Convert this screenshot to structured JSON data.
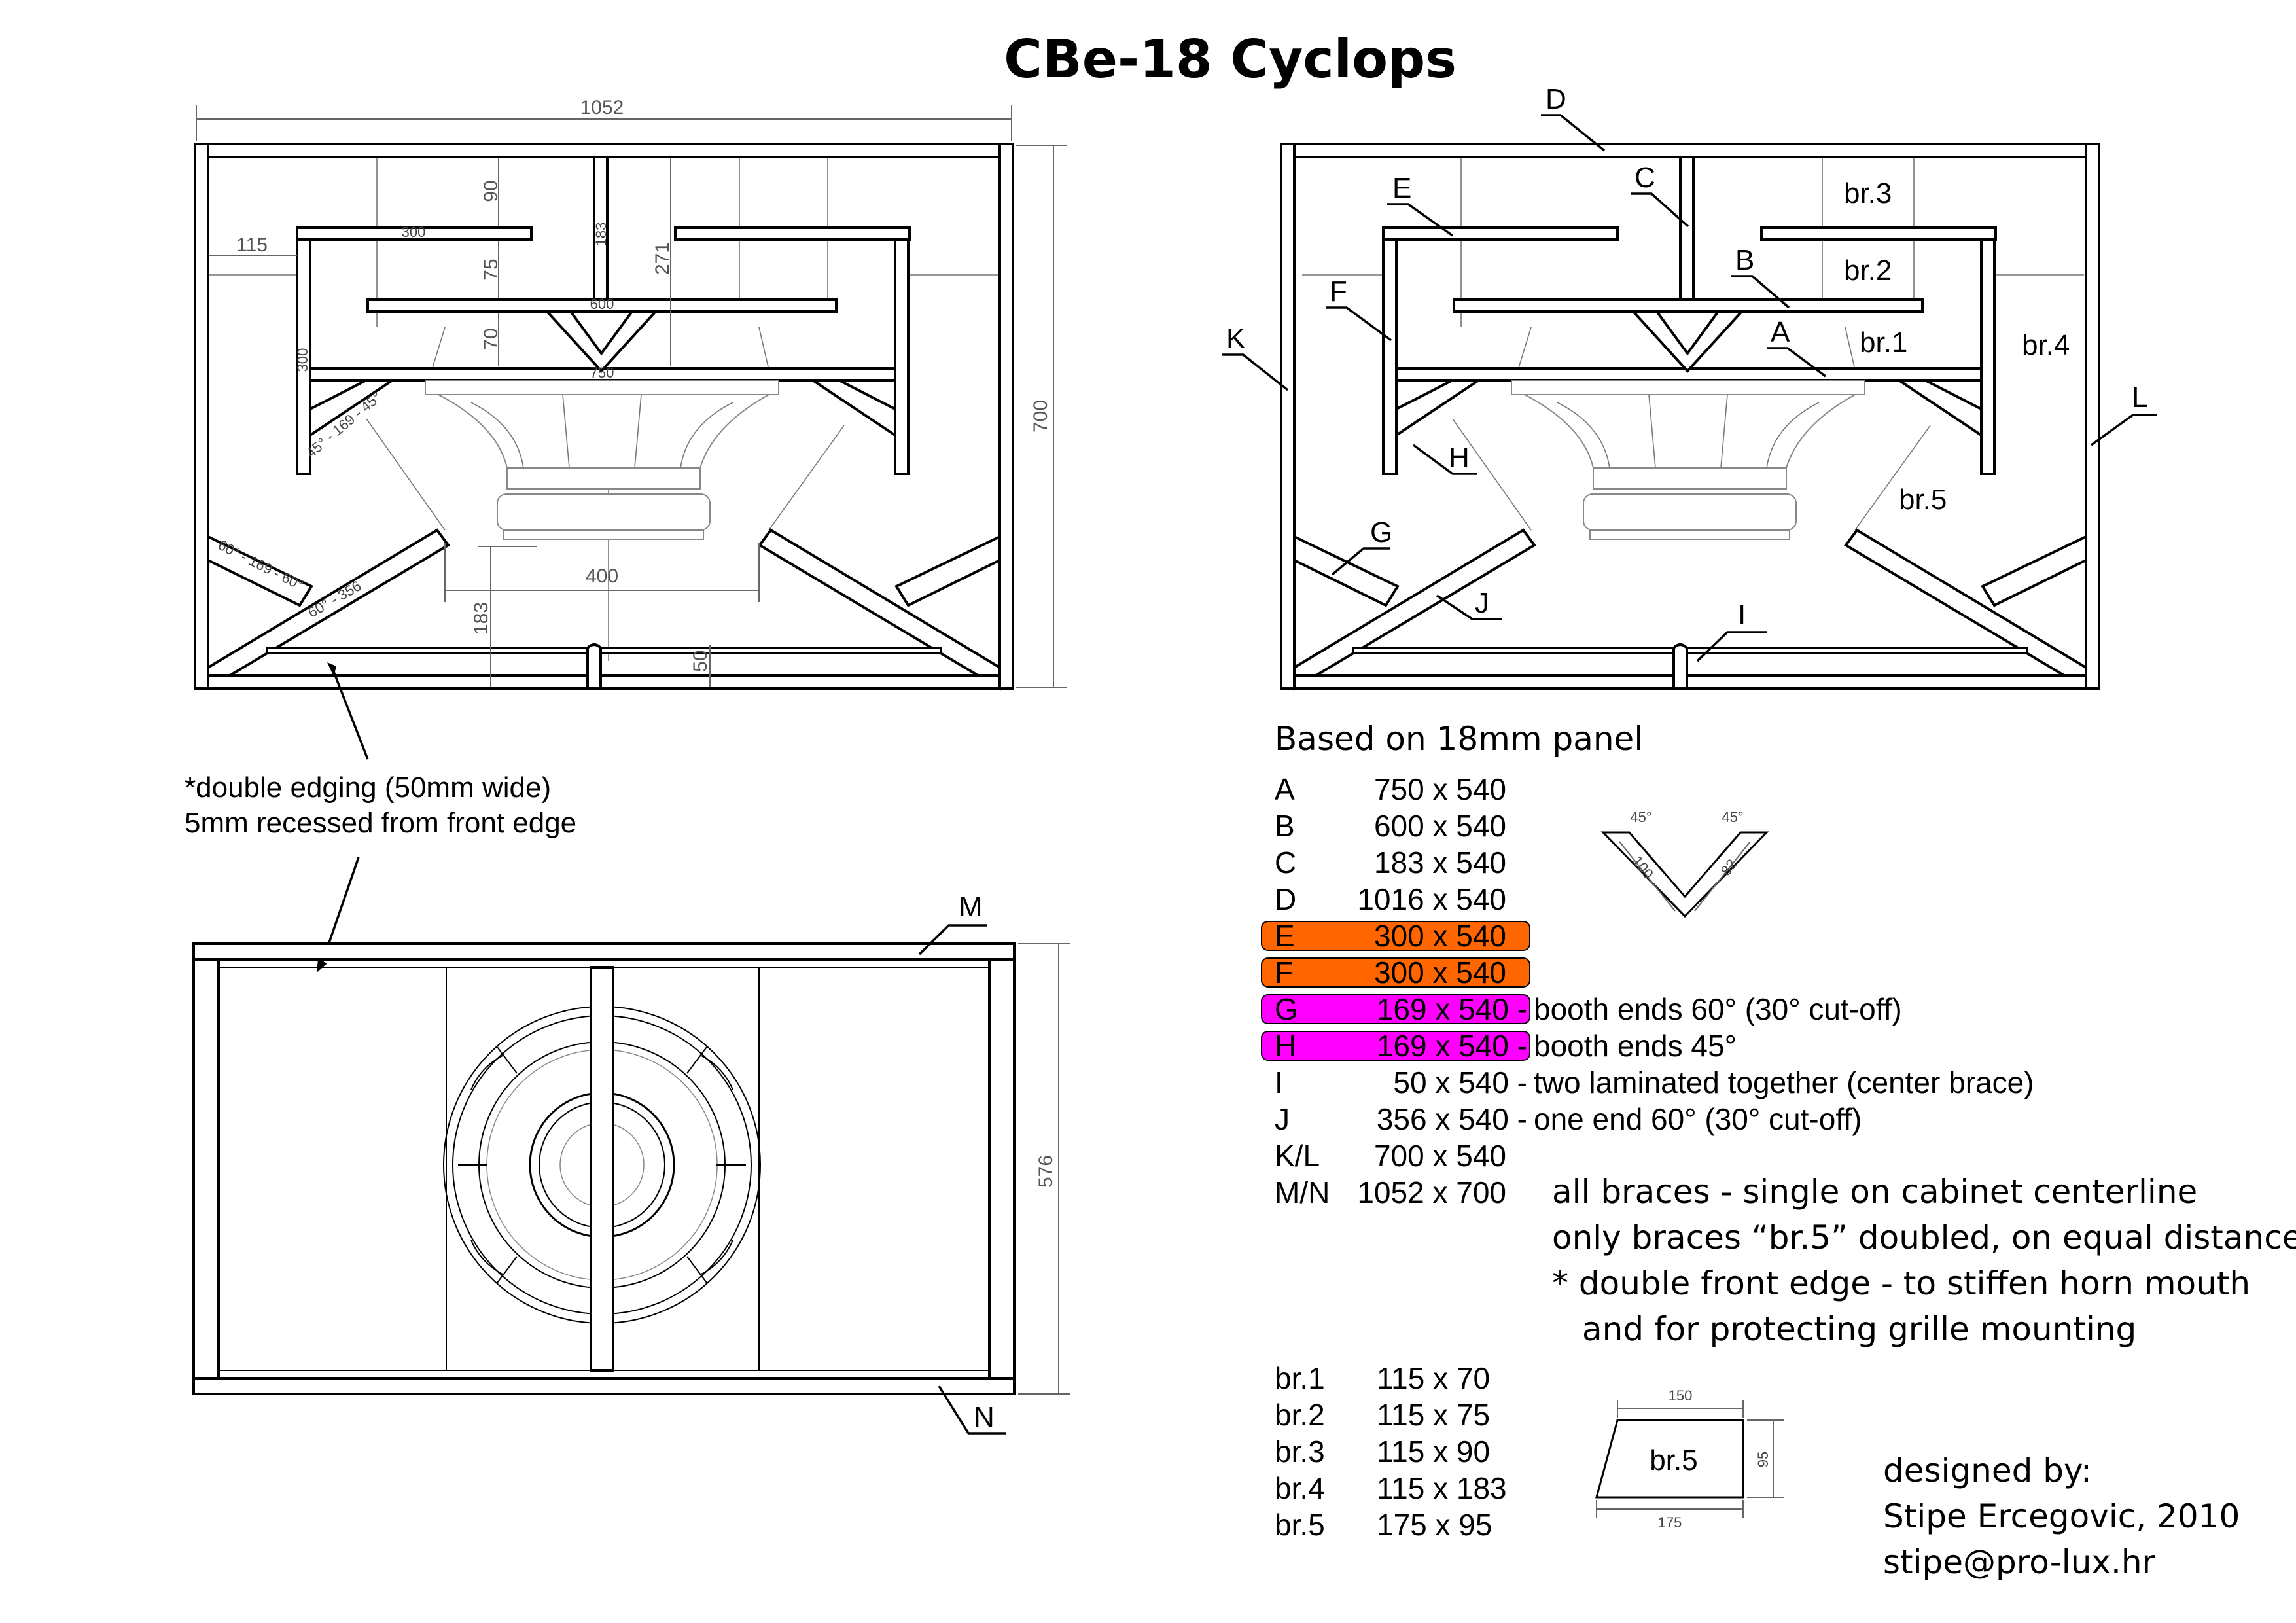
{
  "title": "CBe-18 Cyclops",
  "side_view": {
    "dims": {
      "width": "1052",
      "height": "700",
      "height_left": "700",
      "d90": "90",
      "d75": "75",
      "d70": "70",
      "d271": "271",
      "d183": "183",
      "d115": "115",
      "d300top": "300",
      "d300side": "300",
      "d600": "600",
      "d750": "750",
      "d400": "400",
      "d183low": "183",
      "d50": "50",
      "angle_h": "45° - 169 - 45°",
      "angle_g": "60° - 169 - 60°",
      "angle_j": "60° - 356"
    }
  },
  "note_edging": [
    "*double edging (50mm wide)",
    "5mm recessed  from front edge"
  ],
  "front_view": {
    "dims": {
      "height": "576"
    },
    "labels": {
      "m": "M",
      "n": "N"
    }
  },
  "labels": {
    "a": "A",
    "b": "B",
    "c": "C",
    "d": "D",
    "e": "E",
    "f": "F",
    "g": "G",
    "h": "H",
    "i": "I",
    "j": "J",
    "k": "K",
    "l": "L",
    "br1": "br.1",
    "br2": "br.2",
    "br3": "br.3",
    "br4": "br.4",
    "br5": "br.5"
  },
  "panel_note": "Based on 18mm panel",
  "parts": [
    {
      "id": "A",
      "size": "750 x 540",
      "note": ""
    },
    {
      "id": "B",
      "size": "600 x 540",
      "note": ""
    },
    {
      "id": "C",
      "size": "183 x 540",
      "note": ""
    },
    {
      "id": "D",
      "size": "1016 x 540",
      "note": ""
    },
    {
      "id": "E",
      "size": "300 x 540",
      "note": ""
    },
    {
      "id": "F",
      "size": "300 x 540",
      "note": ""
    },
    {
      "id": "G",
      "size": "169 x 540 -",
      "note": "booth ends 60° (30° cut-off)"
    },
    {
      "id": "H",
      "size": "169 x 540 -",
      "note": "booth ends 45°"
    },
    {
      "id": "I",
      "size": "50 x 540 -",
      "note": "two laminated together (center brace)"
    },
    {
      "id": "J",
      "size": "356 x 540 -",
      "note": "one end 60° (30° cut-off)"
    },
    {
      "id": "K/L",
      "size": "700 x 540",
      "note": ""
    },
    {
      "id": "M/N",
      "size": "1052 x 700",
      "note": ""
    }
  ],
  "highlight_colors": {
    "orange": "#ff6600",
    "magenta": "#ff00ff"
  },
  "brace_detail": {
    "angle_left": "45°",
    "angle_right": "45°",
    "len_left": "100",
    "len_right": "82"
  },
  "brace_notes": [
    "all braces - single on cabinet centerline",
    "only braces “br.5” doubled, on equal distance",
    "* double front edge - to stiffen horn mouth",
    "and for protecting grille mounting"
  ],
  "braces": [
    {
      "id": "br.1",
      "size": "115 x 70"
    },
    {
      "id": "br.2",
      "size": "115 x 75"
    },
    {
      "id": "br.3",
      "size": "115 x 90"
    },
    {
      "id": "br.4",
      "size": "115 x 183"
    },
    {
      "id": "br.5",
      "size": "175 x 95"
    }
  ],
  "br5_detail": {
    "label": "br.5",
    "top": "150",
    "bottom": "175",
    "height": "95"
  },
  "credits": [
    "designed by:",
    "Stipe Ercegovic, 2010",
    "stipe@pro-lux.hr"
  ]
}
